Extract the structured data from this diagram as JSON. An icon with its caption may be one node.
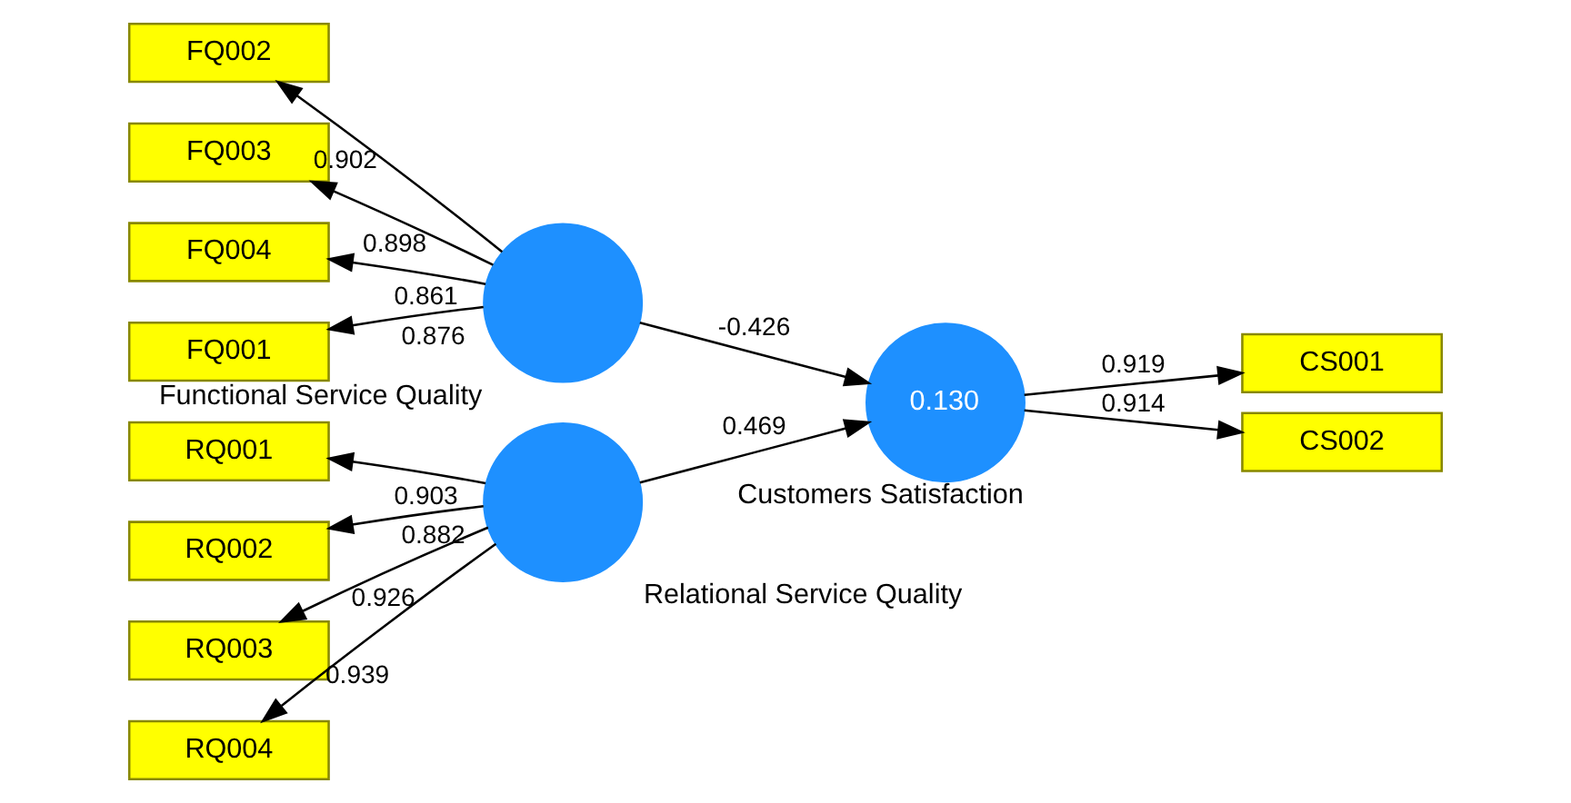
{
  "diagram": {
    "nodes": [
      {
        "text": [
          "FQ002"
        ]
      },
      {
        "text": [
          "FQ003"
        ]
      },
      {
        "text": [
          "FQ004"
        ]
      },
      {
        "text": [
          "FQ001"
        ]
      },
      {
        "text": [],
        "shape": "circle",
        "beside": [
          "Functional Service Quality"
        ]
      },
      {
        "text": [
          "RQ001"
        ]
      },
      {
        "text": [
          "RQ002"
        ]
      },
      {
        "text": [
          "RQ003"
        ]
      },
      {
        "text": [
          "RQ004"
        ]
      },
      {
        "text": [],
        "shape": "circle",
        "beside": [
          "Relational Service Quality"
        ]
      },
      {
        "text": [
          "0.130"
        ],
        "beside": [
          "Customers Satisfaction"
        ]
      },
      {
        "text": [
          "CS001"
        ]
      },
      {
        "text": [
          "CS002"
        ]
      }
    ],
    "edges": [
      {
        "from": 4,
        "to": 0,
        "arrow": "to",
        "label": "0.902"
      },
      {
        "from": 4,
        "to": 1,
        "arrow": "to",
        "label": "0.898"
      },
      {
        "from": 4,
        "to": 2,
        "arrow": "to",
        "label": "0.861"
      },
      {
        "from": 4,
        "to": 3,
        "arrow": "to",
        "label": "0.876"
      },
      {
        "from": 9,
        "to": 5,
        "arrow": "to",
        "label": "0.903"
      },
      {
        "from": 9,
        "to": 6,
        "arrow": "to",
        "label": "0.882"
      },
      {
        "from": 9,
        "to": 7,
        "arrow": "to",
        "label": "0.926"
      },
      {
        "from": 9,
        "to": 8,
        "arrow": "to",
        "label": "0.939"
      },
      {
        "from": 4,
        "to": 10,
        "arrow": "to",
        "label": "-0.426"
      },
      {
        "from": 9,
        "to": 10,
        "arrow": "to",
        "label": "0.469"
      },
      {
        "from": 10,
        "to": 11,
        "arrow": "to",
        "label": "0.919"
      },
      {
        "from": 10,
        "to": 12,
        "arrow": "to",
        "label": "0.914"
      }
    ]
  }
}
